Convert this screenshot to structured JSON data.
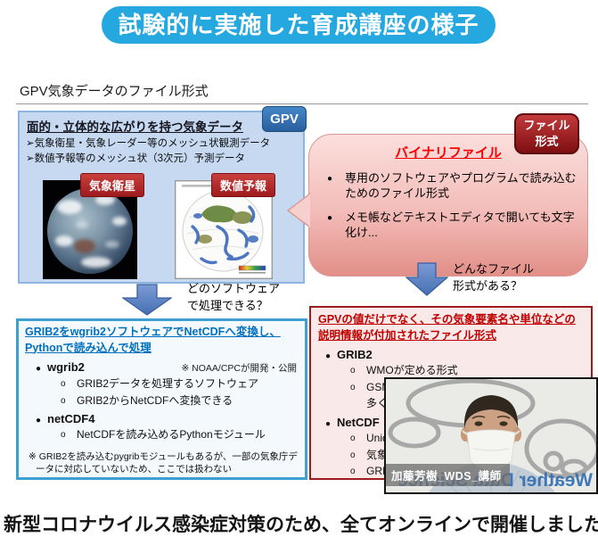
{
  "banner": {
    "title": "試験的に実施した育成講座の様子"
  },
  "section": {
    "heading": "GPV気象データのファイル形式"
  },
  "markers": {
    "bullet": "●",
    "circle": "o"
  },
  "gpv_box": {
    "badge": "GPV",
    "title": "面的・立体的な広がりを持つ気象データ",
    "bullets": [
      "➢気象衛星・気象レーダー等のメッシュ状観測データ",
      "➢数値予報等のメッシュ状（3次元）予測データ"
    ],
    "image_labels": [
      "気象衛星",
      "数値予報"
    ]
  },
  "file_format_badge": {
    "line1": "ファイル",
    "line2": "形式"
  },
  "binary_bubble": {
    "title": "バイナリファイル",
    "bullets": [
      "専用のソフトウェアやプログラムで読み込むためのファイル形式",
      "メモ帳などテキストエディタで開いても文字化け..."
    ]
  },
  "questions": {
    "left": {
      "line1": "どのソフトウェア",
      "line2": "で処理できる？"
    },
    "right": {
      "line1": "どんなファイル",
      "line2": "形式がある？"
    }
  },
  "software_box": {
    "title": "GRIB2をwgrib2ソフトウェアでNetCDFへ変換し、Pythonで読み込んで処理",
    "note": "※ NOAA/CPCが開発・公開",
    "items": [
      {
        "label": "wgrib2",
        "subs": [
          "GRIB2データを処理するソフトウェア",
          "GRIB2からNetCDFへ変換できる"
        ]
      },
      {
        "label": "netCDF4",
        "subs": [
          "NetCDFを読み込めるPythonモジュール"
        ]
      }
    ],
    "footnote": "※ GRIB2を読み込むpygribモジュールもあるが、一部の気象庁データに対応していないため、ここでは扱わない"
  },
  "format_box": {
    "title": "GPVの値だけでなく、その気象要素名や単位などの説明情報が付加されたファイル形式",
    "items": [
      {
        "label": "GRIB2",
        "subs": [
          "WMOが定める形式",
          "GSM",
          "多く"
        ]
      },
      {
        "label": "NetCDF",
        "subs": [
          "Unida",
          "気象",
          "GRIB"
        ]
      }
    ]
  },
  "webcam": {
    "caption": "加藤芳樹_WDS_講師",
    "watermark": "Weather Data Science"
  },
  "footer": {
    "text": "新型コロナウイルス感染症対策のため、全てオンラインで開催しました。"
  },
  "colors": {
    "banner_blue": "#25A7E0",
    "gpv_badge_blue": "#2E75B6",
    "label_red": "#B02A2E",
    "badge_dark_red": "#8A1416",
    "bubble_pink": "#F3BCB8",
    "box_blue_border": "#3E9FD0",
    "box_red_border": "#9E1B1E",
    "title_blue": "#0070C0",
    "title_red": "#C00000",
    "arrow_blue": "#5B82C2"
  }
}
